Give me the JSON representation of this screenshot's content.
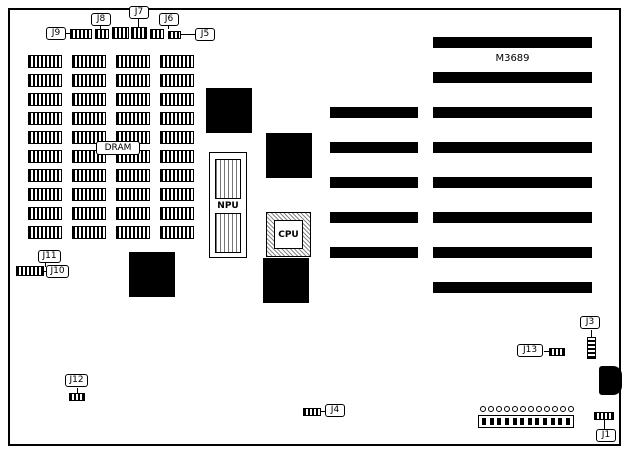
{
  "board": {
    "part_number": "M3689",
    "background_color": "#ffffff",
    "line_color": "#000000"
  },
  "components": {
    "dram": "DRAM",
    "npu": "NPU",
    "cpu": "CPU"
  },
  "connectors": {
    "j1": "J1",
    "j3": "J3",
    "j4": "J4",
    "j5": "J5",
    "j6": "J6",
    "j7": "J7",
    "j8": "J8",
    "j9": "J9",
    "j10": "J10",
    "j11": "J11",
    "j12": "J12",
    "j13": "J13"
  },
  "counts": {
    "dram_chips": 40,
    "long_slots": 8,
    "short_slots": 5,
    "power_pins": 12,
    "power_ticks": 12
  }
}
